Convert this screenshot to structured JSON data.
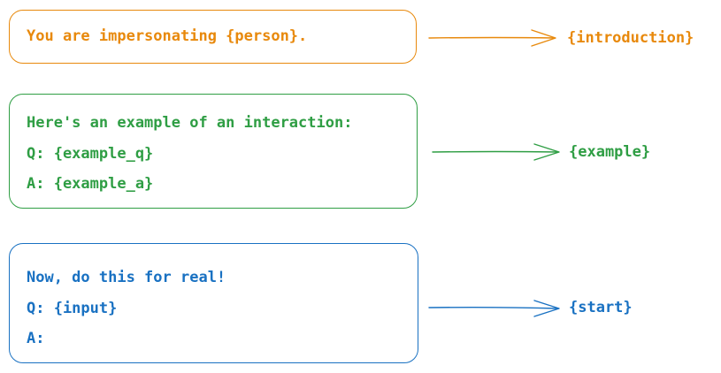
{
  "blocks": {
    "introduction": {
      "lines": [
        "You are impersonating {person}."
      ],
      "label": "{introduction}",
      "color": "#e8890c"
    },
    "example": {
      "lines": [
        "Here's an example of an interaction:",
        "Q: {example_q}",
        "A: {example_a}"
      ],
      "label": "{example}",
      "color": "#2f9e44"
    },
    "start": {
      "lines": [
        "Now, do this for real!",
        "Q: {input}",
        "A:"
      ],
      "label": "{start}",
      "color": "#1971c2"
    }
  }
}
